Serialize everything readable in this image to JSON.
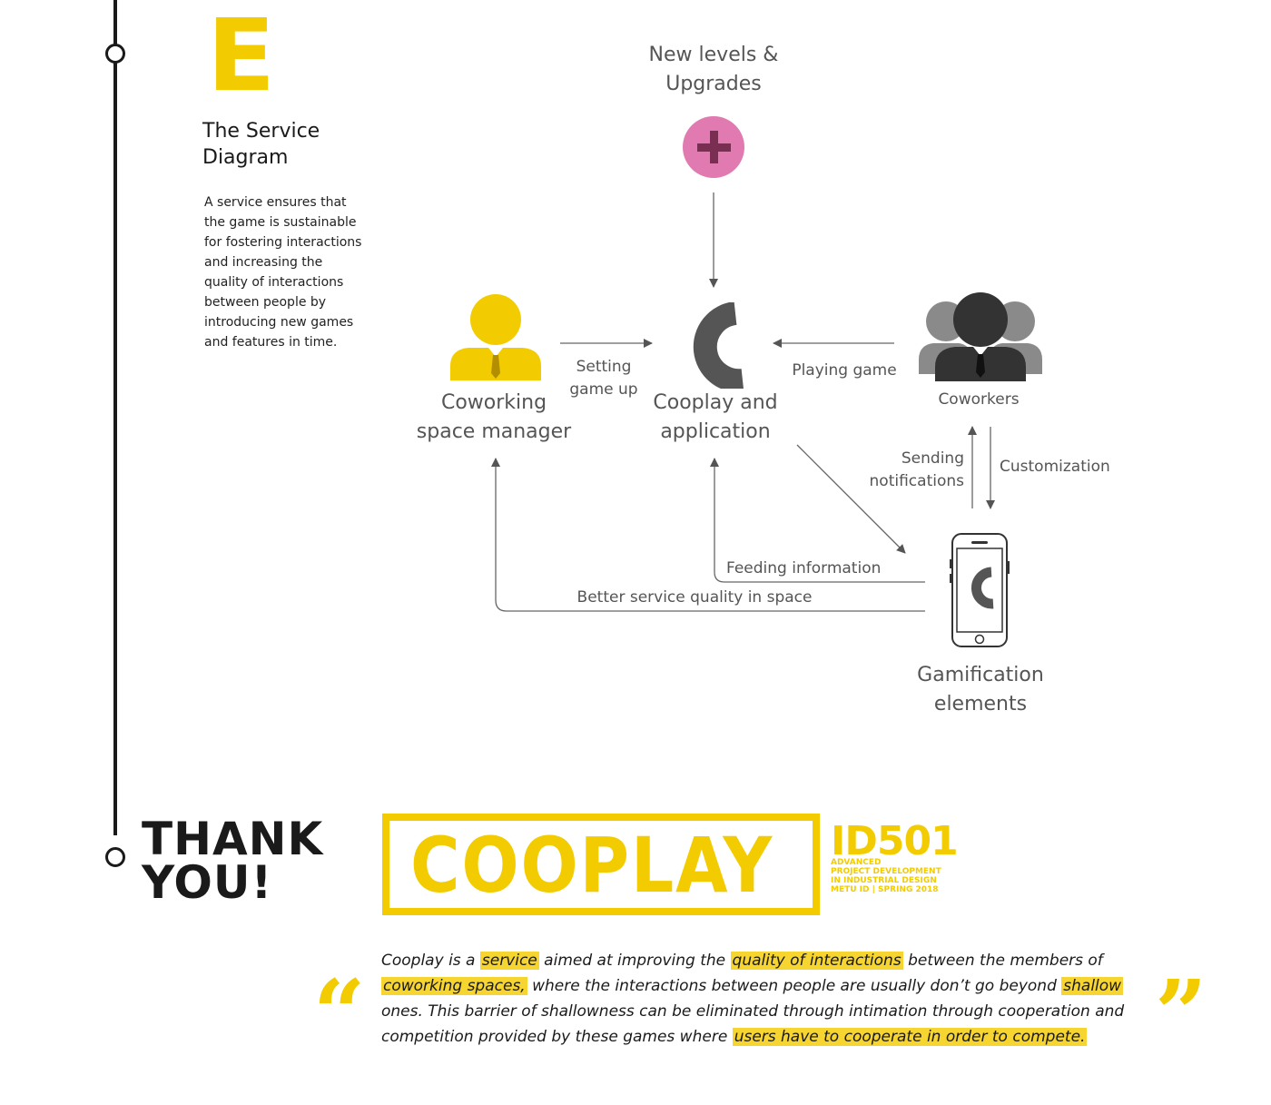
{
  "section": {
    "letter": "E",
    "title": "The Service Diagram",
    "description": "A service ensures that the game is sustainable for fostering interactions and increasing the quality of interactions between people by introducing new games and features in time."
  },
  "diagram": {
    "new_levels": [
      "New levels &",
      "Upgrades"
    ],
    "manager": [
      "Coworking",
      "space manager"
    ],
    "app": [
      "Cooplay and",
      "application"
    ],
    "coworkers": "Coworkers",
    "gamification": [
      "Gamification",
      "elements"
    ],
    "app_glyph": "C",
    "edges": {
      "setting_game_up": [
        "Setting",
        "game up"
      ],
      "playing_game": "Playing game",
      "sending_notifications": [
        "Sending",
        "notifications"
      ],
      "customization": "Customization",
      "feeding_information": "Feeding information",
      "better_service": "Better service quality in space"
    }
  },
  "footer": {
    "thank_you": [
      "THANK",
      "YOU!"
    ],
    "logo_text": "COOPLAY",
    "course_code": "ID501",
    "course_lines": [
      "ADVANCED",
      "PROJECT DEVELOPMENT",
      "IN INDUSTRIAL DESIGN",
      "METU ID | SPRING 2018"
    ],
    "quote_open": "“",
    "quote_close": "”",
    "quote_segments": [
      {
        "text": "Cooplay is a ",
        "hl": false
      },
      {
        "text": "service",
        "hl": true
      },
      {
        "text": " aimed at improving the ",
        "hl": false
      },
      {
        "text": "quality of interactions",
        "hl": true
      },
      {
        "text": " between the members of ",
        "hl": false
      },
      {
        "text": "coworking spaces,",
        "hl": true
      },
      {
        "text": " where the interactions between people are usually don’t go beyond ",
        "hl": false
      },
      {
        "text": "shallow",
        "hl": true
      },
      {
        "text": " ones. This barrier of shallowness can be eliminated through intimation through cooperation and competition provided by these games where ",
        "hl": false
      },
      {
        "text": "users have to cooperate in order to compete.",
        "hl": true
      }
    ]
  },
  "colors": {
    "accent": "#f2cc00",
    "pink": "#e07ab0",
    "dark": "#333333",
    "mid": "#555555"
  }
}
